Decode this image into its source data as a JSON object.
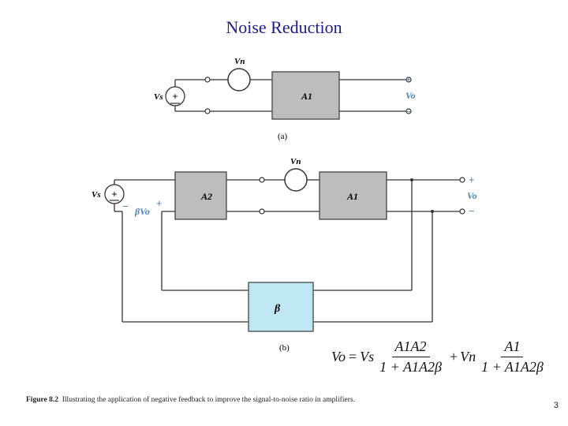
{
  "title": "Noise Reduction",
  "diagram_a": {
    "noise_source_label": "Vn",
    "signal_source_label": "Vs",
    "amplifier_label": "A1",
    "output_label": "Vo",
    "output_plus": "+",
    "output_minus": "−",
    "source_polarity": "+",
    "sublabel": "(a)"
  },
  "diagram_b": {
    "noise_source_label": "Vn",
    "signal_source_label": "Vs",
    "amplifier2_label": "A2",
    "amplifier1_label": "A1",
    "feedback_label": "β",
    "feedback_signal_label": "βVo",
    "minus_sign": "−",
    "plus_sign": "+",
    "output_label": "Vo",
    "output_plus": "+",
    "output_minus": "−",
    "source_polarity": "+",
    "sublabel": "(b)"
  },
  "formula": {
    "lhs": "Vo",
    "eq": "=",
    "vs": "Vs",
    "term1_num": "A1A2",
    "term1_den": "1 + A1A2β",
    "plus": "+",
    "vn": "Vn",
    "term2_num": "A1",
    "term2_den": "1 + A1A2β"
  },
  "caption": {
    "figure_label": "Figure 8.2",
    "text": "Illustrating the application of negative feedback to improve the signal-to-noise ratio in amplifiers."
  },
  "page_number": "3",
  "colors": {
    "title": "#1c1c8c",
    "amplifier_fill": "#bdbdbd",
    "feedback_fill": "#bfe6f2",
    "label_blue": "#4f7fb3"
  }
}
